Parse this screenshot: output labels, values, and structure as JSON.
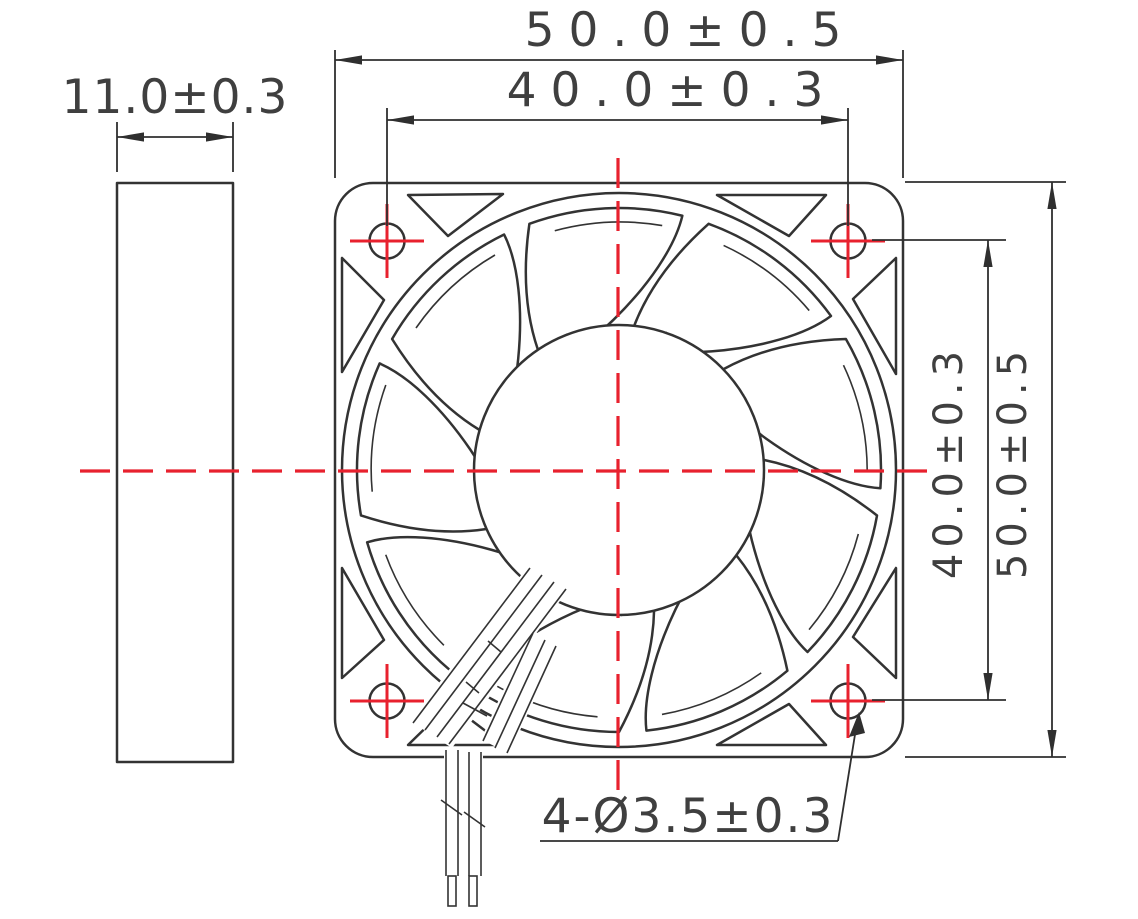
{
  "drawing": {
    "description": "axial-fan-dimension-drawing",
    "side_view": {
      "thickness_dim": "11.0±0.3"
    },
    "front_view": {
      "outer_width_dim": "50.0±0.5",
      "hole_pitch_width_dim": "40.0±0.3",
      "hole_pitch_height_dim": "40.0±0.3",
      "outer_height_dim": "50.0±0.5",
      "mounting_hole_dim": "4-Ø3.5±0.3",
      "blade_count": 9,
      "mounting_hole_count": 4,
      "wire_count": 2
    },
    "colors": {
      "line": "#333333",
      "centerline_red": "#e8212e",
      "dim_text": "#3f3f3f"
    }
  }
}
